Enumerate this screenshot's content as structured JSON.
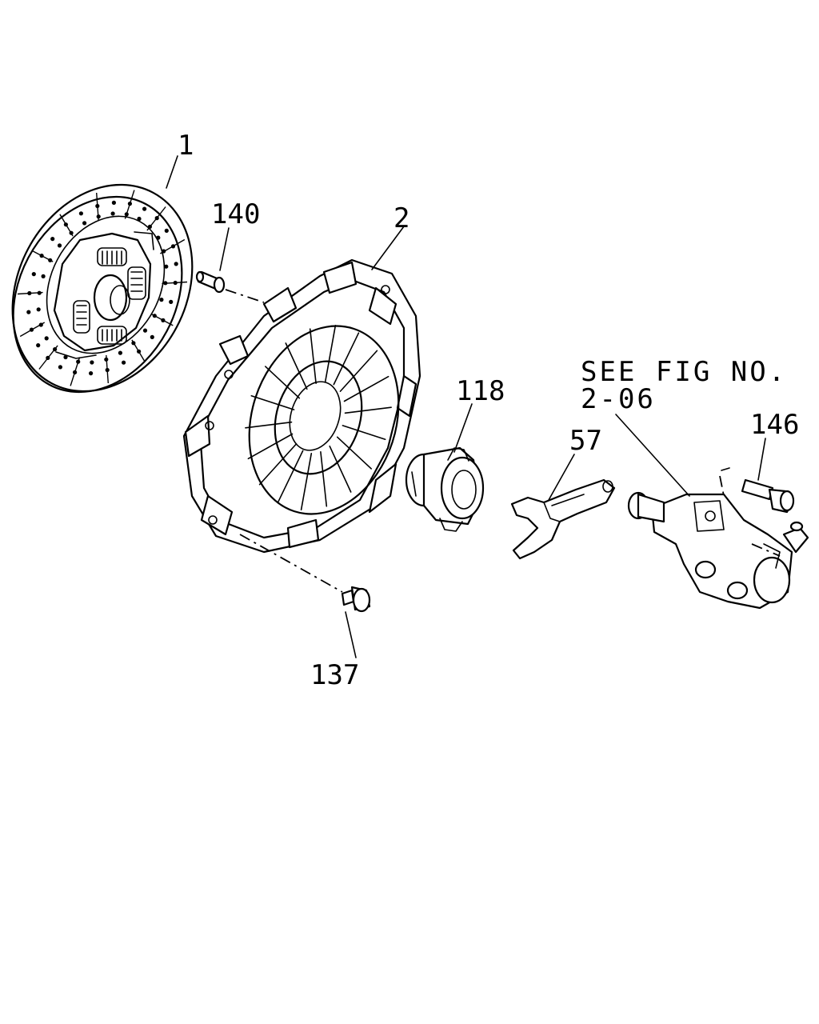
{
  "callouts": {
    "clutch_disc": "1",
    "pressure_plate": "2",
    "dowel_pin": "140",
    "release_bearing": "118",
    "release_fork": "57",
    "bolt_137": "137",
    "bolt_146": "146"
  },
  "reference": {
    "line1": "SEE FIG NO.",
    "line2": "2-06"
  }
}
